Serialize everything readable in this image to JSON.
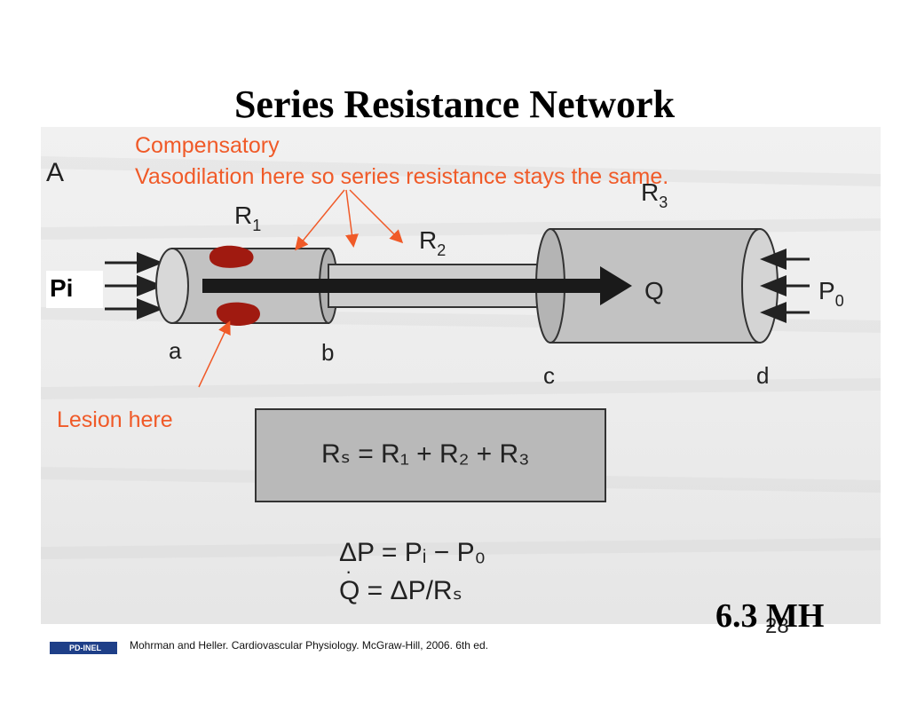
{
  "slide": {
    "title": "Series Resistance Network",
    "panel_label": "A",
    "annotation_compensatory_line1": "Compensatory",
    "annotation_compensatory_line2": "Vasodilation here so series resistance stays the same.",
    "annotation_lesion": "Lesion here",
    "pi_label": "Pi",
    "slide_id": "6.3 MH",
    "page_number": "28",
    "footer_logo_text": "PD-INEL",
    "footer_citation": "Mohrman and Heller. Cardiovascular Physiology. McGraw-Hill, 2006. 6th ed.",
    "colors": {
      "annotation": "#f05a28",
      "lesion": "#a01a10",
      "vessel": "#bdbdbd",
      "flow_arrow": "#1a1a1a"
    }
  },
  "diagram": {
    "labels": {
      "R1": "R",
      "R1_sub": "1",
      "R2": "R",
      "R2_sub": "2",
      "R3": "R",
      "R3_sub": "3",
      "Q": "Q",
      "P0": "P",
      "P0_sub": "0",
      "a": "a",
      "b": "b",
      "c": "c",
      "d": "d"
    },
    "equations": {
      "eq1": "Rₛ = R₁ + R₂ + R₃",
      "eq2": "ΔP = Pᵢ − P₀",
      "eq3_lhs": "Q",
      "eq3_rhs": " = ΔP/Rₛ"
    }
  }
}
